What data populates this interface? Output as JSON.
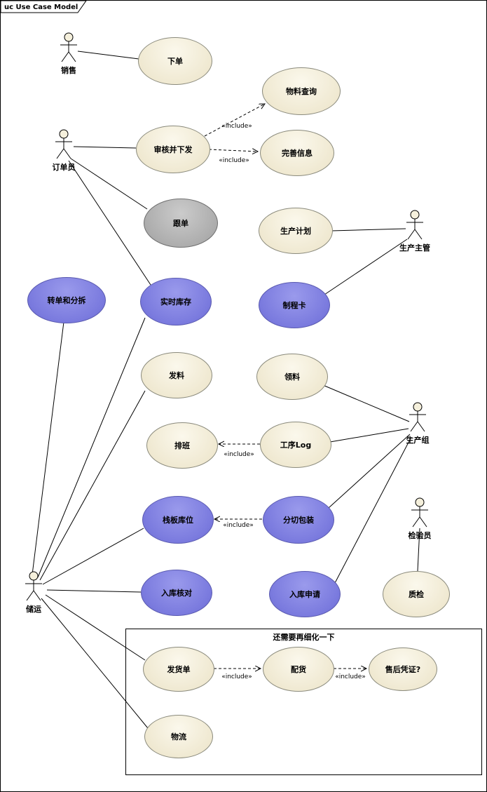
{
  "frame": {
    "title": "uc Use Case Model"
  },
  "inner_frame": {
    "title": "还需要再细化一下"
  },
  "labels": {
    "include": "«include»"
  },
  "colors": {
    "use_case_default": "#F2EDDA",
    "use_case_highlight": "#7E7EDE",
    "use_case_disabled": "#ADADAD",
    "connector": "#000000",
    "background": "#FFFFFF"
  },
  "actors": [
    {
      "label": "销售"
    },
    {
      "label": "订单员"
    },
    {
      "label": "生产主管"
    },
    {
      "label": "生产组"
    },
    {
      "label": "检验员"
    },
    {
      "label": "储运"
    }
  ],
  "use_cases": [
    {
      "label": "下单",
      "style": "default"
    },
    {
      "label": "物料查询",
      "style": "default"
    },
    {
      "label": "审核并下发",
      "style": "default"
    },
    {
      "label": "完善信息",
      "style": "default"
    },
    {
      "label": "跟单",
      "style": "disabled"
    },
    {
      "label": "生产计划",
      "style": "default"
    },
    {
      "label": "转单和分拆",
      "style": "highlight"
    },
    {
      "label": "实时库存",
      "style": "highlight"
    },
    {
      "label": "制程卡",
      "style": "highlight"
    },
    {
      "label": "发料",
      "style": "default"
    },
    {
      "label": "领料",
      "style": "default"
    },
    {
      "label": "排班",
      "style": "default"
    },
    {
      "label": "工序Log",
      "style": "default"
    },
    {
      "label": "栈板库位",
      "style": "highlight"
    },
    {
      "label": "分切包装",
      "style": "highlight"
    },
    {
      "label": "入库核对",
      "style": "highlight"
    },
    {
      "label": "入库申请",
      "style": "highlight"
    },
    {
      "label": "质检",
      "style": "default"
    },
    {
      "label": "发货单",
      "style": "default"
    },
    {
      "label": "配货",
      "style": "default"
    },
    {
      "label": "售后凭证?",
      "style": "default"
    },
    {
      "label": "物流",
      "style": "default"
    }
  ],
  "connections": [
    {
      "from": "销售",
      "to": "下单",
      "type": "association"
    },
    {
      "from": "订单员",
      "to": "审核并下发",
      "type": "association"
    },
    {
      "from": "订单员",
      "to": "跟单",
      "type": "association"
    },
    {
      "from": "订单员",
      "to": "实时库存",
      "type": "association"
    },
    {
      "from": "生产主管",
      "to": "生产计划",
      "type": "association"
    },
    {
      "from": "生产主管",
      "to": "制程卡",
      "type": "association"
    },
    {
      "from": "生产组",
      "to": "领料",
      "type": "association"
    },
    {
      "from": "生产组",
      "to": "工序Log",
      "type": "association"
    },
    {
      "from": "生产组",
      "to": "分切包装",
      "type": "association"
    },
    {
      "from": "生产组",
      "to": "入库申请",
      "type": "association"
    },
    {
      "from": "检验员",
      "to": "质检",
      "type": "association"
    },
    {
      "from": "储运",
      "to": "转单和分拆",
      "type": "association"
    },
    {
      "from": "储运",
      "to": "实时库存",
      "type": "association"
    },
    {
      "from": "储运",
      "to": "发料",
      "type": "association"
    },
    {
      "from": "储运",
      "to": "栈板库位",
      "type": "association"
    },
    {
      "from": "储运",
      "to": "入库核对",
      "type": "association"
    },
    {
      "from": "储运",
      "to": "发货单",
      "type": "association"
    },
    {
      "from": "储运",
      "to": "物流",
      "type": "association"
    },
    {
      "from": "审核并下发",
      "to": "物料查询",
      "type": "include"
    },
    {
      "from": "审核并下发",
      "to": "完善信息",
      "type": "include"
    },
    {
      "from": "工序Log",
      "to": "排班",
      "type": "include"
    },
    {
      "from": "分切包装",
      "to": "栈板库位",
      "type": "include"
    },
    {
      "from": "发货单",
      "to": "配货",
      "type": "include"
    },
    {
      "from": "配货",
      "to": "售后凭证?",
      "type": "include"
    }
  ]
}
